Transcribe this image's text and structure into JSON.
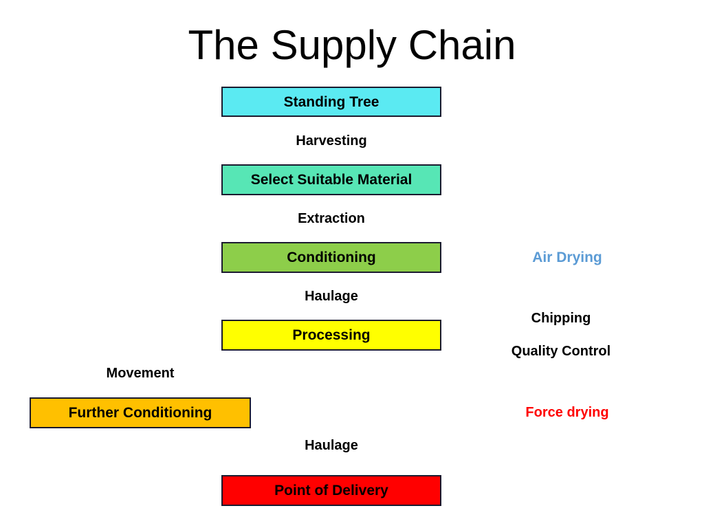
{
  "title": "The Supply Chain",
  "colors": {
    "standing_tree": "#5BEAF2",
    "select_material": "#57E6B5",
    "conditioning": "#8DCE4A",
    "processing": "#FFFF00",
    "further_conditioning": "#FFC000",
    "point_of_delivery": "#FF0000",
    "box_border": "#1A1A2E",
    "text_black": "#000000",
    "air_drying_blue": "#5B9BD5",
    "force_drying_red": "#FF0000",
    "background": "#FFFFFF"
  },
  "stages": [
    {
      "id": "standing-tree",
      "label": "Standing Tree"
    },
    {
      "id": "select-material",
      "label": "Select Suitable Material"
    },
    {
      "id": "conditioning",
      "label": "Conditioning"
    },
    {
      "id": "processing",
      "label": "Processing"
    },
    {
      "id": "further-conditioning",
      "label": "Further Conditioning"
    },
    {
      "id": "point-of-delivery",
      "label": "Point of Delivery"
    }
  ],
  "transitions": [
    {
      "id": "harvesting",
      "label": "Harvesting"
    },
    {
      "id": "extraction",
      "label": "Extraction"
    },
    {
      "id": "haulage-1",
      "label": "Haulage"
    },
    {
      "id": "movement",
      "label": "Movement"
    },
    {
      "id": "haulage-2",
      "label": "Haulage"
    }
  ],
  "annotations": [
    {
      "id": "air-drying",
      "label": "Air Drying",
      "color": "#5B9BD5"
    },
    {
      "id": "chipping",
      "label": "Chipping",
      "color": "#000000"
    },
    {
      "id": "quality-control",
      "label": "Quality Control",
      "color": "#000000"
    },
    {
      "id": "force-drying",
      "label": "Force drying",
      "color": "#FF0000"
    }
  ]
}
